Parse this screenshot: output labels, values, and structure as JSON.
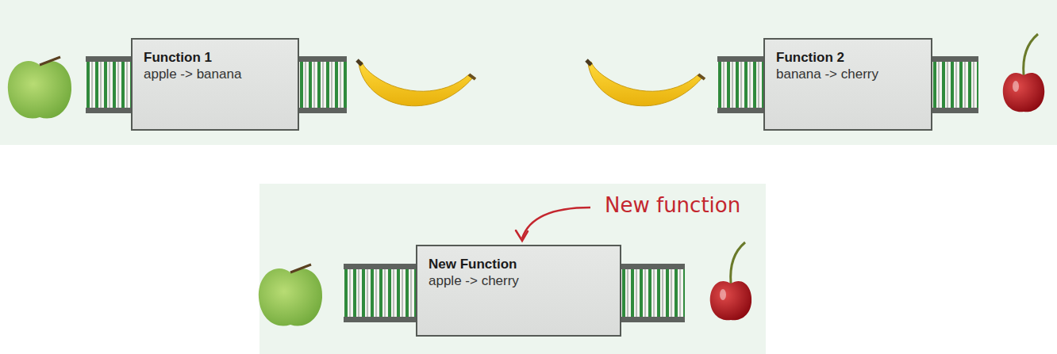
{
  "diagram": {
    "nodes": [
      {
        "text": [
          "Function 1",
          "apple -> banana"
        ]
      },
      {
        "text": [
          "Function 2",
          "banana -> cherry"
        ]
      },
      {
        "text": [
          "New Function",
          "apple -> cherry"
        ]
      }
    ],
    "labels": [
      "New function"
    ]
  }
}
